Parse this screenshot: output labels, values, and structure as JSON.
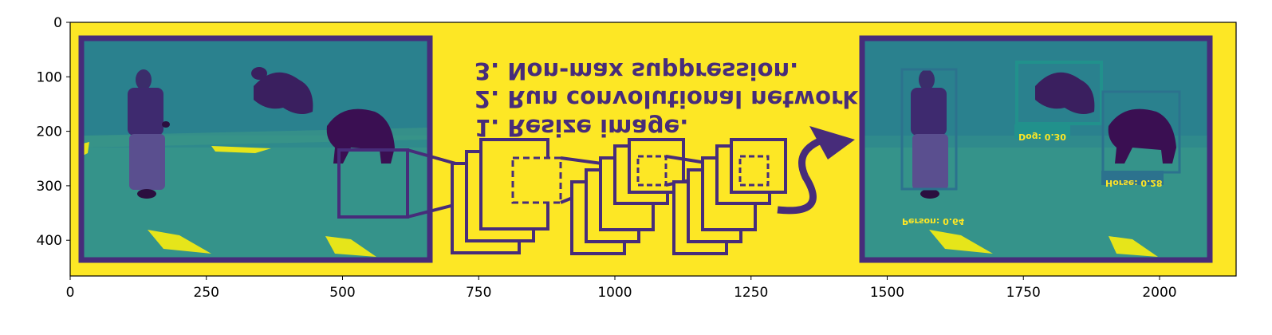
{
  "figure": {
    "x_ticks": [
      "0",
      "250",
      "500",
      "750",
      "1000",
      "1250",
      "1500",
      "1750",
      "2000"
    ],
    "y_ticks": [
      "0",
      "100",
      "200",
      "300",
      "400"
    ],
    "colors": {
      "background_yellow": "#fde725",
      "dark_purple": "#440154",
      "frame_purple": "#472c7a",
      "photo_teal": "#2f8a8c",
      "photo_green": "#3da37e",
      "bright_yellow_patch": "#e6e51a",
      "label_green": "#35b779"
    }
  },
  "steps_text": {
    "line1": "1. Resize image.",
    "line2": "2. Run convolutional network.",
    "line3": "3. Non-max suppression."
  },
  "detections": {
    "person": "Person: 0.64",
    "dog": "Dog: 0.30",
    "horse": "Horse: 0.28"
  }
}
